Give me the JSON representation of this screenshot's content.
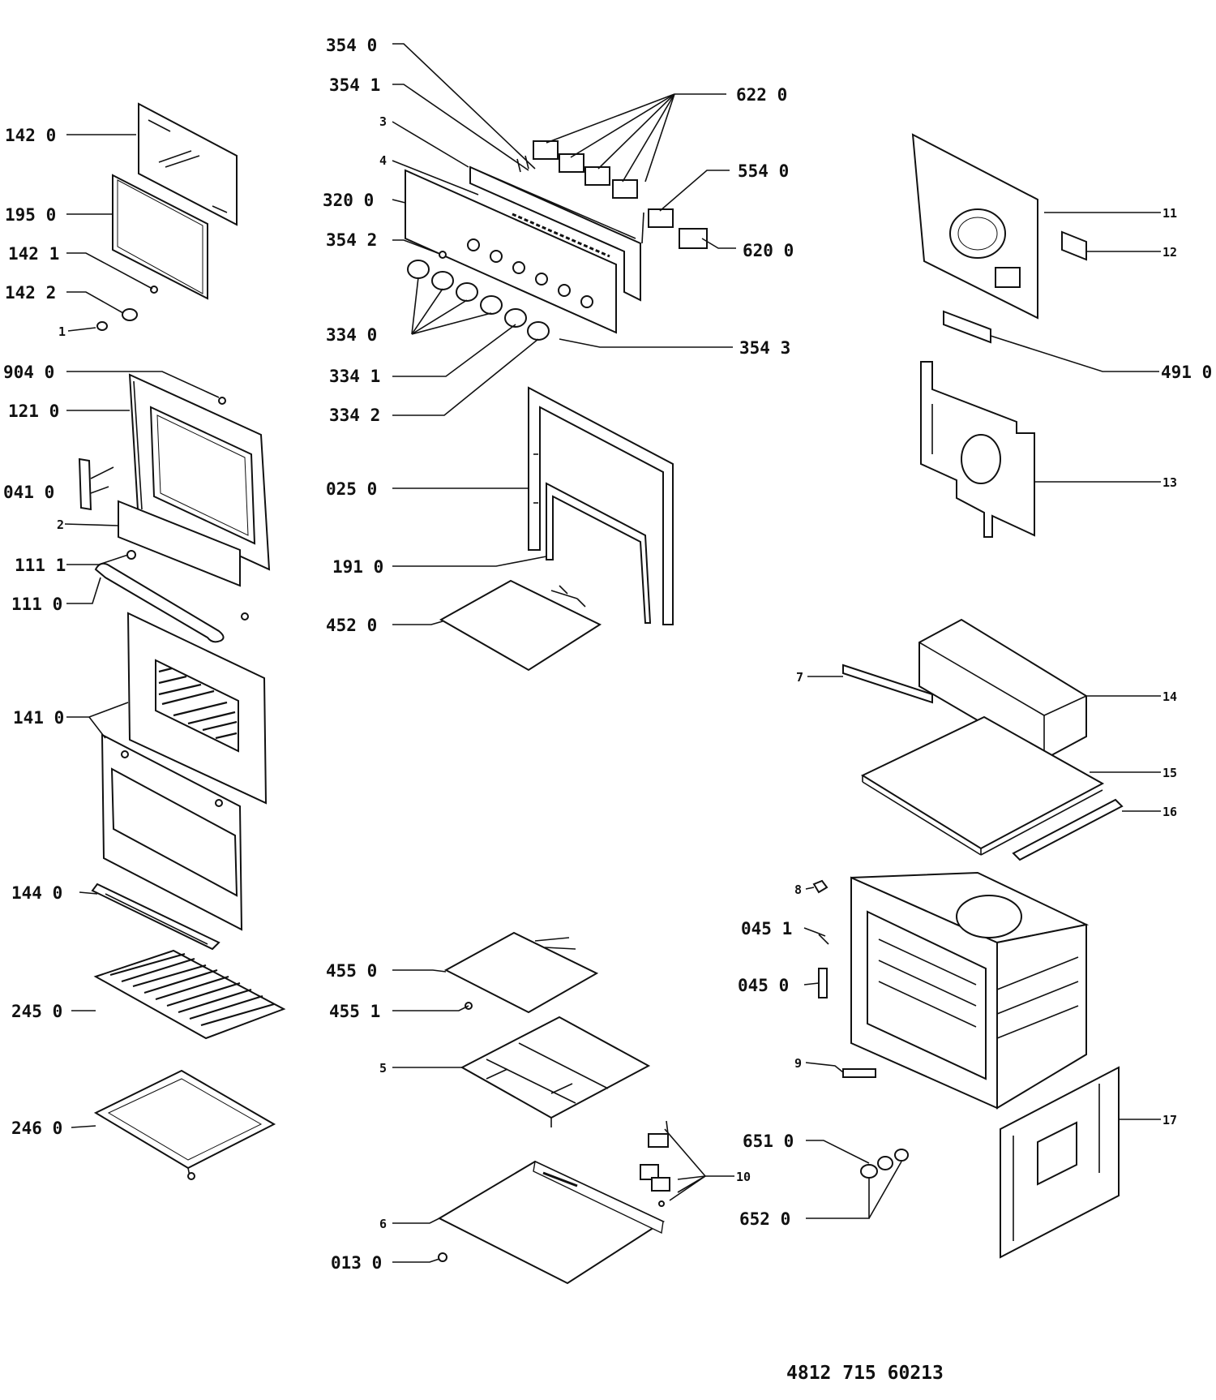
{
  "diagram": {
    "labels": {
      "l_3540": "354  0",
      "l_3541": "354  1",
      "l_3": "3",
      "l_4": "4",
      "l_3200": "320  0",
      "l_3542": "354  2",
      "l_3340": "334  0",
      "l_3341": "334  1",
      "l_3342": "334  2",
      "l_3543": "354  3",
      "l_6220": "622  0",
      "l_5540": "554  0",
      "l_6200": "620  0",
      "l_1420": "142  0",
      "l_1950": "195  0",
      "l_1421": "142  1",
      "l_1422": "142  2",
      "l_1": "1",
      "l_9040": "904  0",
      "l_1210": "121  0",
      "l_0410": "041 0",
      "l_2": "2",
      "l_1111": "111  1",
      "l_1110": "111  0",
      "l_1410": "141  0",
      "l_1440": "144  0",
      "l_2450": "245  0",
      "l_2460": "246  0",
      "l_0250": "025  0",
      "l_1910": "191  0",
      "l_4520": "452  0",
      "l_4550": "455  0",
      "l_4551": "455  1",
      "l_5": "5",
      "l_6": "6",
      "l_0130": "013  0",
      "l_10": "10",
      "l_11": "11",
      "l_12": "12",
      "l_4910": "491  0",
      "l_13": "13",
      "l_7": "7",
      "l_14": "14",
      "l_15": "15",
      "l_16": "16",
      "l_8": "8",
      "l_0451": "045  1",
      "l_0450": "045  0",
      "l_9": "9",
      "l_17": "17",
      "l_6510": "651  0",
      "l_6520": "652  0"
    },
    "drawing_number": "4812 715 60213"
  }
}
